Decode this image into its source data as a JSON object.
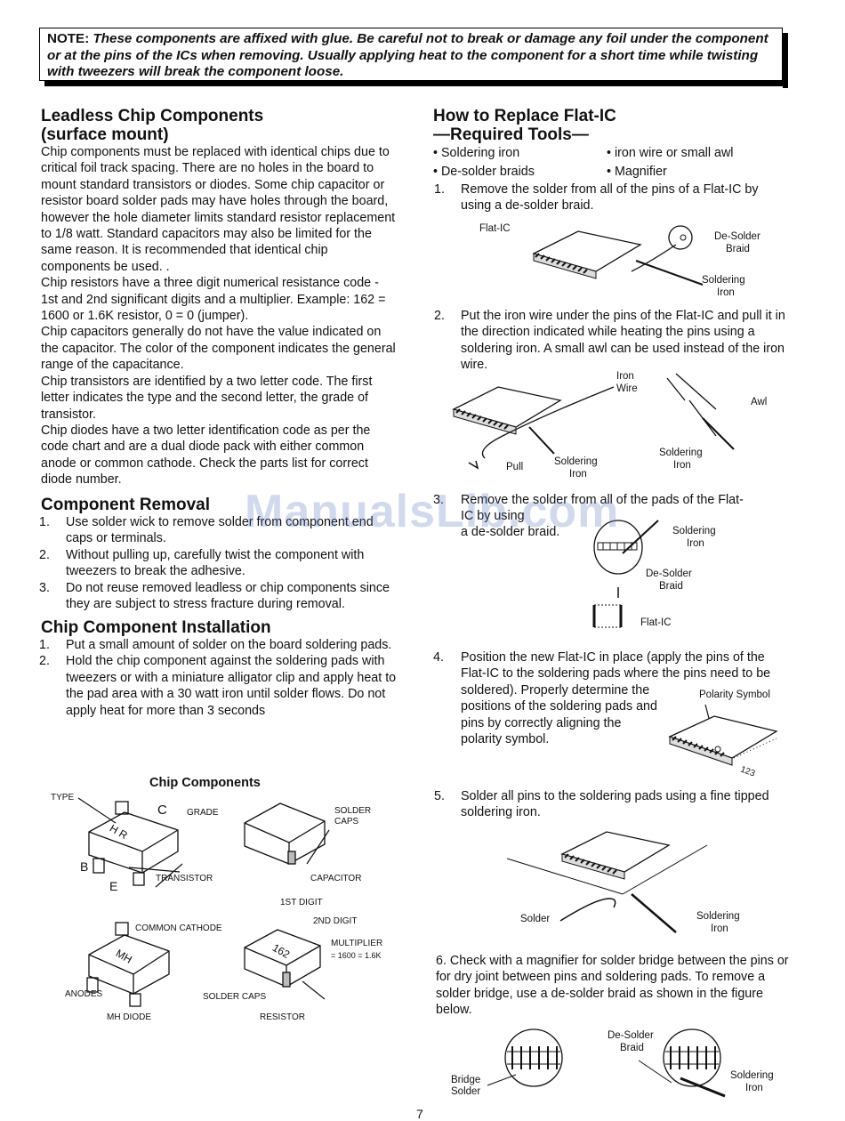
{
  "note": {
    "lead": "NOTE:",
    "text": "These components are affixed with glue. Be careful not to break or damage any foil under the component or at the pins of the ICs when removing. Usually applying heat to the component for a short time while twisting with tweezers will break the component loose."
  },
  "left": {
    "leadless": {
      "title_1": "Leadless Chip Components",
      "title_2": "(surface mount)",
      "p1": "Chip components must be replaced with identical chips due to critical foil track spacing. There are no holes in the board to mount standard transistors or diodes. Some chip capacitor or resistor board solder pads may have holes through the board, however the hole diameter limits standard resistor replacement to 1/8 watt. Standard capacitors may also be limited for the same reason. It is recommended that identical chip components be used. .",
      "p2": "Chip resistors have a three digit numerical resistance code - 1st and 2nd significant digits and a multiplier. Example: 162 = 1600 or 1.6K resistor, 0 = 0 (jumper).",
      "p3": "Chip capacitors generally do not have the value indicated on the capacitor. The color of the component indicates the general range of the capacitance.",
      "p4": "Chip transistors are identified by a two letter code. The first letter indicates the type and the second letter, the grade of transistor.",
      "p5": "Chip diodes have a two letter identification code as per the code chart and are a dual diode pack with either common anode or common cathode. Check the parts list for correct diode number."
    },
    "removal": {
      "title": "Component Removal",
      "items": [
        {
          "n": "1.",
          "t": "Use solder wick to remove solder from component end caps or terminals."
        },
        {
          "n": "2.",
          "t": "Without pulling up, carefully twist the component with tweezers to break the adhesive."
        },
        {
          "n": "3.",
          "t": "Do not reuse removed leadless or chip components since they are subject to stress fracture during removal."
        }
      ]
    },
    "install": {
      "title": "Chip Component Installation",
      "items": [
        {
          "n": "1.",
          "t": "Put a small amount of solder on the board soldering pads."
        },
        {
          "n": "2.",
          "t": "Hold the chip component against the soldering pads with tweezers or with a miniature alligator clip and apply heat to the pad area with a 30 watt iron until solder flows. Do not apply heat for more than 3 seconds"
        }
      ]
    },
    "chip_fig": {
      "title": "Chip Components",
      "type": "TYPE",
      "c": "C",
      "grade": "GRADE",
      "b": "B",
      "e": "E",
      "mark": "H R",
      "transistor": "TRANSISTOR",
      "solder_caps_1": "SOLDER",
      "solder_caps_2": "CAPS",
      "capacitor": "CAPACITOR",
      "first_digit": "1ST DIGIT",
      "second_digit": "2ND DIGIT",
      "multiplier": "MULTIPLIER",
      "multiplier_eq": "= 1600 = 1.6K",
      "common_cathode": "COMMON CATHODE",
      "mh": "MH",
      "anodes": "ANODES",
      "mh_diode": "MH DIODE",
      "solder_caps": "SOLDER CAPS",
      "resistor_code": "162",
      "resistor": "RESISTOR"
    }
  },
  "right": {
    "title_1": "How to Replace Flat-IC",
    "title_2": "—Required Tools—",
    "tools": [
      "Soldering iron",
      "iron wire or small awl",
      "De-solder braids",
      "Magnifier"
    ],
    "s1": {
      "n": "1.",
      "t": "Remove the solder from all of the pins of a Flat-IC by using a de-solder braid."
    },
    "f1": {
      "flat_ic": "Flat-IC",
      "desolder_1": "De-Solder",
      "desolder_2": "Braid",
      "iron_1": "Soldering",
      "iron_2": "Iron"
    },
    "s2": {
      "n": "2.",
      "t": "Put the iron wire under the pins of the Flat-IC and pull it in the direction indicated while heating the pins using a soldering iron. A small awl can be used instead of the iron wire."
    },
    "f2": {
      "iron_1": "Iron",
      "iron_2": "Wire",
      "awl": "Awl",
      "pull": "Pull",
      "sold_1": "Soldering",
      "sold_2": "Iron",
      "sold_b1": "Soldering",
      "sold_b2": "Iron"
    },
    "s3": {
      "n": "3.",
      "t1": "Remove the solder from all of the pads of the Flat-",
      "t2": "IC by using",
      "t3": "a de-solder braid."
    },
    "f3": {
      "iron_1": "Soldering",
      "iron_2": "Iron",
      "desolder_1": "De-Solder",
      "desolder_2": "Braid",
      "flat_ic": "Flat-IC"
    },
    "s4": {
      "n": "4.",
      "t1": "Position the new Flat-IC in place (apply the pins of the Flat-IC to the soldering pads where the pins need to be",
      "t2": "soldered). Properly determine the positions of the soldering pads and pins by correctly aligning the polarity symbol."
    },
    "f4": {
      "polarity": "Polarity Symbol",
      "num": "123"
    },
    "s5": {
      "n": "5.",
      "t": "Solder all pins to the soldering pads using a fine tipped soldering iron."
    },
    "f5": {
      "solder": "Solder",
      "iron_1": "Soldering",
      "iron_2": "Iron"
    },
    "s6": {
      "t": "6. Check with a magnifier for solder bridge between the pins or for dry joint between pins and soldering pads. To remove a solder bridge, use a de-solder braid as shown in the figure below."
    },
    "f6": {
      "bridge_1": "Bridge",
      "bridge_2": "Solder",
      "desolder_1": "De-Solder",
      "desolder_2": "Braid",
      "iron_1": "Soldering",
      "iron_2": "Iron"
    }
  },
  "watermark": "ManualsLib.com",
  "page_number": "7"
}
